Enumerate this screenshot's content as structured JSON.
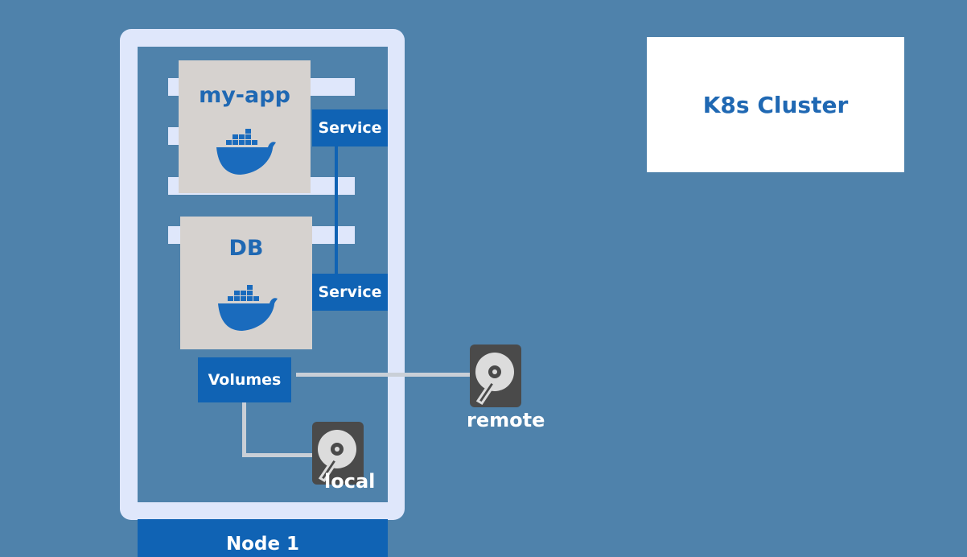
{
  "pods": [
    {
      "label": "my-app",
      "icon": "docker-whale-icon"
    },
    {
      "label": "DB",
      "icon": "docker-whale-icon"
    }
  ],
  "services": [
    {
      "label": "Service"
    },
    {
      "label": "Service"
    }
  ],
  "volumes": {
    "label": "Volumes"
  },
  "storage": {
    "local": {
      "label": "local",
      "icon": "hard-disk-icon"
    },
    "remote": {
      "label": "remote",
      "icon": "hard-disk-icon"
    }
  },
  "cluster": {
    "label": "K8s Cluster"
  },
  "node": {
    "label": "Node 1"
  },
  "colors": {
    "background": "#4f82ab",
    "frame": "#dfe7fb",
    "service_blue": "#1063b4",
    "pod_gray": "#d6d2cf",
    "label_blue": "#1f68b3",
    "disk_gray": "#4a4a4a"
  }
}
